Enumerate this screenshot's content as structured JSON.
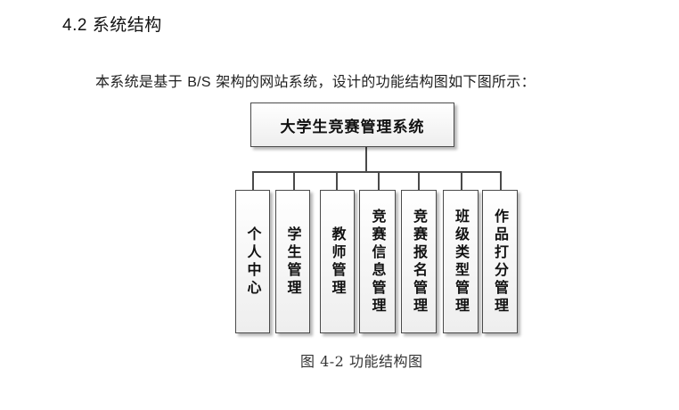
{
  "section": {
    "heading": "4.2 系统结构",
    "paragraph_before": "本系统是基于",
    "paragraph_latin": "B/S",
    "paragraph_after": "架构的网站系统，设计的功能结构图如下图所示："
  },
  "diagram": {
    "root": "大学生竞赛管理系统",
    "children": [
      {
        "label": "个人中心"
      },
      {
        "label": "学生管理"
      },
      {
        "label": "教师管理"
      },
      {
        "label": "竞赛信息管理"
      },
      {
        "label": "竞赛报名管理"
      },
      {
        "label": "班级类型管理"
      },
      {
        "label": "作品打分管理"
      }
    ],
    "caption": "图 4-2 功能结构图",
    "colors": {
      "line": "#4a4a4a",
      "box_fill_top": "#ffffff",
      "box_fill_bottom": "#eeeeee"
    }
  }
}
